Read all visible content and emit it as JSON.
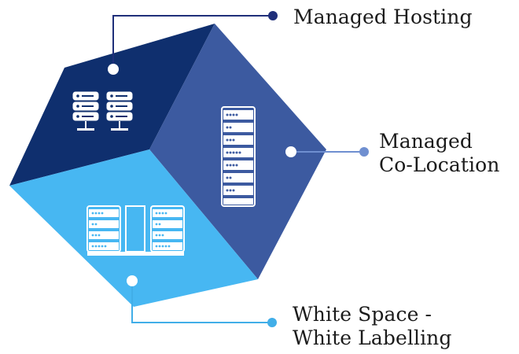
{
  "labels": {
    "managed_hosting": "Managed Hosting",
    "managed_colocation": {
      "line1": "Managed",
      "line2": "Co-Location"
    },
    "white_space": {
      "line1": "White Space -",
      "line2": "White Labelling"
    }
  },
  "colors": {
    "top_face": "#0f2f6e",
    "right_face": "#3c5aa0",
    "bottom_face": "#47b7f2",
    "connector_navy": "#1f2f7a",
    "connector_blue": "#6f8fd0",
    "connector_cyan": "#41aee8",
    "icon_fill": "#ffffff"
  },
  "icons": {
    "top": "server-pair-icon",
    "right": "server-rack-icon",
    "bottom": "data-center-icon"
  }
}
